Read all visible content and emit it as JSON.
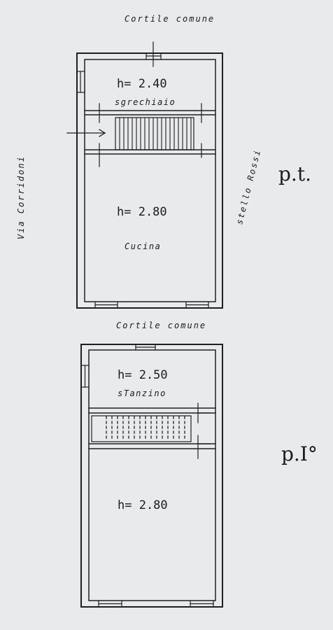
{
  "labels": {
    "top_street": "Cortile comune",
    "middle_street": "Cortile comune",
    "left_street": "Via Corridoni",
    "right_street": "stello Rossi",
    "floor_ground": "p.t.",
    "floor_first": "p.I°"
  },
  "ground_floor": {
    "top_room_height": "h= 2.40",
    "top_room_name": "sgrechiaio",
    "main_room_height": "h= 2.80",
    "main_room_name": "Cucina"
  },
  "first_floor": {
    "top_room_height": "h= 2.50",
    "top_room_name": "sTanzino",
    "main_room_height": "h= 2.80"
  },
  "colors": {
    "paper": "#e9eaec",
    "ink": "#1f1f1f"
  }
}
